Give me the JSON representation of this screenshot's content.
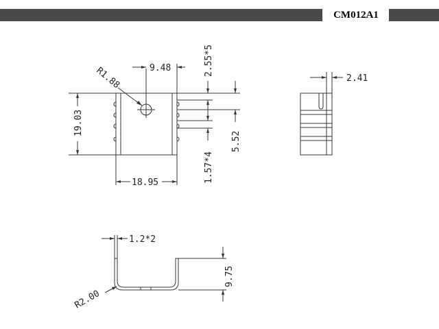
{
  "header": {
    "part_number": "CM012A1",
    "bar_color": "#4a4a4a"
  },
  "drawing": {
    "line_color": "#333333",
    "front_view": {
      "radius_label": "R1.88",
      "hole_offset_label": "9.48",
      "fin_pitch_label": "2.55*5",
      "height_label": "19.03",
      "slot_height_label": "5.52",
      "slot_pitch_label": "1.57*4",
      "width_label": "18.95"
    },
    "side_view": {
      "fin_width_label": "2.41"
    },
    "bottom_view": {
      "thickness_label": "1.2*2",
      "bend_radius_label": "R2.00",
      "leg_height_label": "9.75"
    }
  }
}
